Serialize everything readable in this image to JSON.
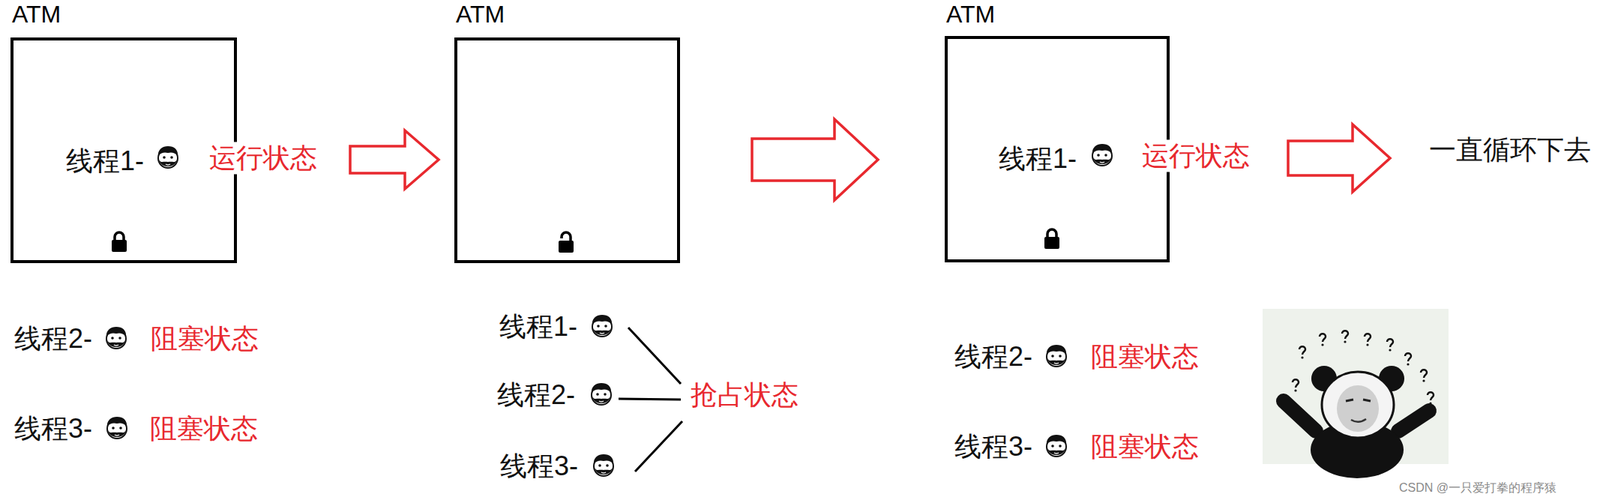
{
  "diagram": {
    "nodes": [
      {
        "text": [
          "ATM",
          "线程1-"
        ]
      },
      {
        "text": [
          "ATM"
        ]
      },
      {
        "text": [
          "ATM",
          "线程1-"
        ]
      }
    ],
    "edges": [
      {
        "from": 0,
        "to": 1,
        "arrow": "to"
      },
      {
        "from": 1,
        "to": 2,
        "arrow": "to"
      }
    ],
    "labels": [
      "运行状态",
      "线程2-",
      "阻塞状态",
      "线程3-",
      "阻塞状态",
      "线程1-",
      "线程2-",
      "线程3-",
      "抢占状态",
      "运行状态",
      "线程2-",
      "阻塞状态",
      "线程3-",
      "阻塞状态",
      "一直循环下去",
      "CSDN @一只爱打拳的程序猿"
    ]
  }
}
